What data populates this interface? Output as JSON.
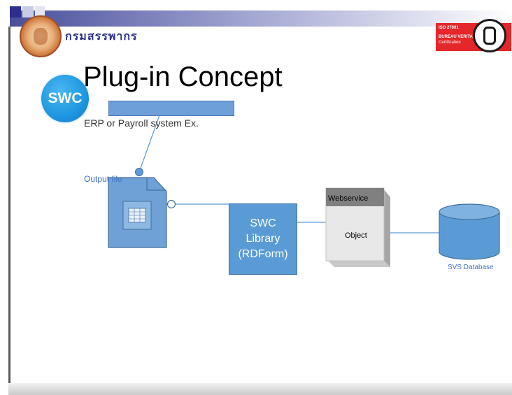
{
  "header": {
    "org_name": "กรมสรรพากร",
    "certification": {
      "line1": "ISO 27001",
      "line2": "BUREAU VERITAS",
      "line3": "Certification"
    }
  },
  "slide": {
    "title": "Plug-in Concept",
    "badge": "SWC"
  },
  "diagram": {
    "erp_label": "ERP or Payroll system Ex.",
    "output_label": "Output file",
    "library_lines": [
      "SWC",
      "Library",
      "(RDForm)"
    ],
    "webservice_title": "Webservice",
    "webservice_object": "Object",
    "database_label": "SVS Database"
  },
  "colors": {
    "shape_fill": "#5b9bd5",
    "shape_stroke": "#41719c",
    "banner": "#4a4f9b",
    "cert_red": "#e5262b"
  }
}
